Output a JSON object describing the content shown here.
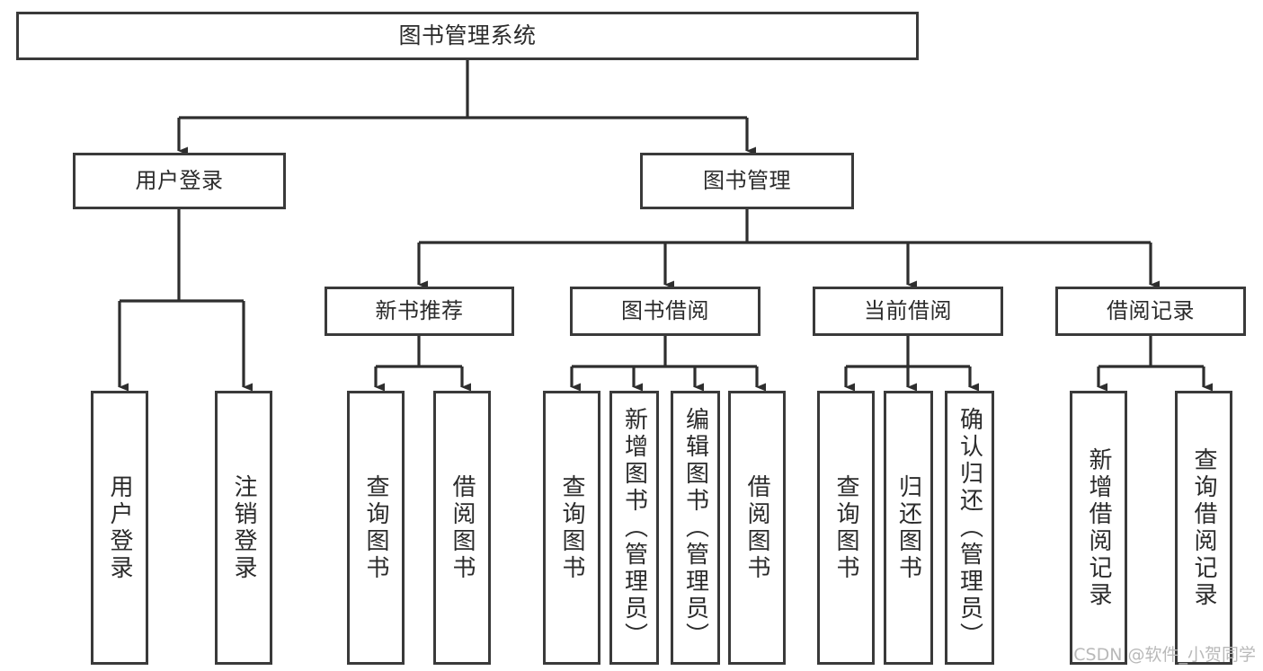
{
  "diagram": {
    "title": "图书管理系统",
    "type": "function-hierarchy-tree",
    "colors": {
      "box_border": "#3a3a3a",
      "box_fill": "#ffffff",
      "edge": "#2e2e2e",
      "text": "#2b2b2b",
      "watermark": "#b9b9b9",
      "background": "#ffffff"
    }
  },
  "nodes": {
    "root": {
      "label": "图书管理系统"
    },
    "tier1": [
      {
        "label": "用户登录"
      },
      {
        "label": "图书管理"
      }
    ],
    "tier2": [
      {
        "label": "新书推荐"
      },
      {
        "label": "图书借阅"
      },
      {
        "label": "当前借阅"
      },
      {
        "label": "借阅记录"
      }
    ],
    "leaves": {
      "user_login": [
        {
          "label": "用户登录"
        },
        {
          "label": "注销登录"
        }
      ],
      "new_book_recommend": [
        {
          "label": "查询图书"
        },
        {
          "label": "借阅图书"
        }
      ],
      "book_borrow": [
        {
          "label": "查询图书"
        },
        {
          "label": "新增图书（管理员）"
        },
        {
          "label": "编辑图书（管理员）"
        },
        {
          "label": "借阅图书"
        }
      ],
      "current_borrow": [
        {
          "label": "查询图书"
        },
        {
          "label": "归还图书"
        },
        {
          "label": "确认归还（管理员）"
        }
      ],
      "borrow_record": [
        {
          "label": "新增借阅记录"
        },
        {
          "label": "查询借阅记录"
        }
      ]
    }
  },
  "watermark": {
    "text": "CSDN @软件_小贺同学"
  }
}
